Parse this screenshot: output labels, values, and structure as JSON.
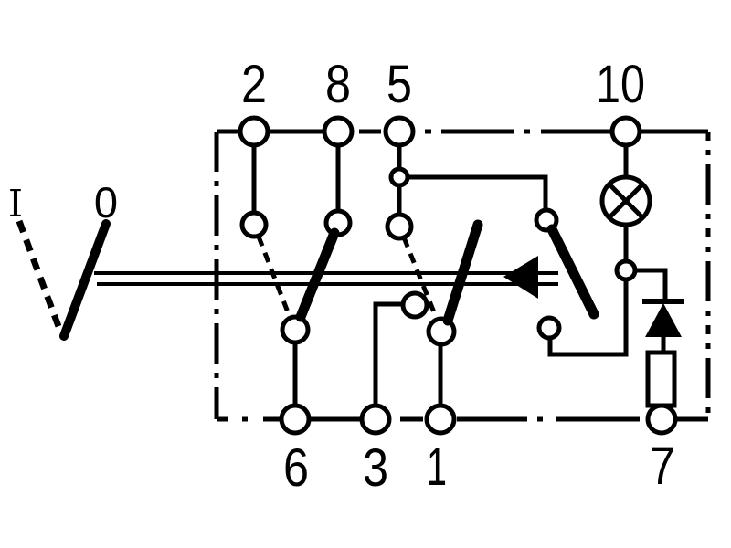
{
  "colors": {
    "ink": "#000000",
    "background": "#ffffff"
  },
  "schematic": {
    "top_terminals": {
      "t2": "2",
      "t8": "8",
      "t5": "5",
      "t10": "10"
    },
    "bottom_terminals": {
      "t6": "6",
      "t3": "3",
      "t1": "1",
      "t7": "7"
    },
    "positions": {
      "on": "I",
      "off": "0"
    },
    "icons": {
      "lamp": "lamp-icon",
      "diode": "diode-icon",
      "resistor": "resistor-icon",
      "arrow": "arrow-left-icon",
      "housing": "dash-dot-housing-outline",
      "actuator": "rocker-lever-icon"
    }
  }
}
